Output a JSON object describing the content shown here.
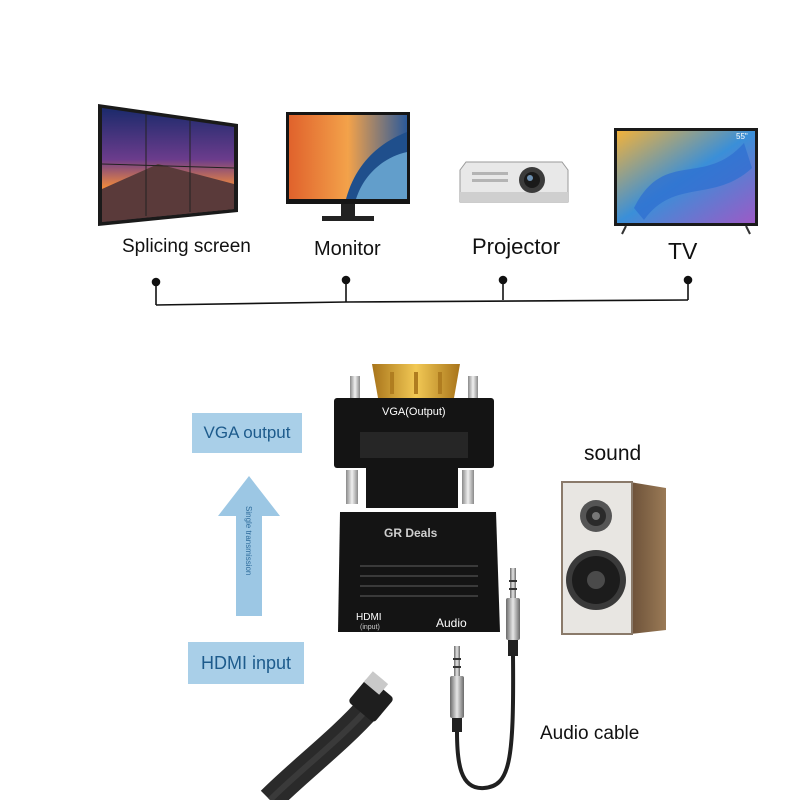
{
  "devices": {
    "splicing_label": "Splicing screen",
    "monitor_label": "Monitor",
    "projector_label": "Projector",
    "tv_label": "TV",
    "tv_badge": "55\""
  },
  "adapter": {
    "vga_label": "VGA(Output)",
    "brand": "GR Deals",
    "hdmi_label": "HDMI",
    "hdmi_sub": "(input)",
    "audio_label": "Audio",
    "arrow_text": "Single transmission"
  },
  "tags": {
    "vga_output": "VGA output",
    "hdmi_input": "HDMI input"
  },
  "sound_label": "sound",
  "audio_cable_label": "Audio cable",
  "colors": {
    "tag_bg": "#a9cfe8",
    "tag_text": "#1d5b8c",
    "arrow": "#9cc7e4",
    "adapter_body": "#141414",
    "gold": "#d4a22a"
  }
}
